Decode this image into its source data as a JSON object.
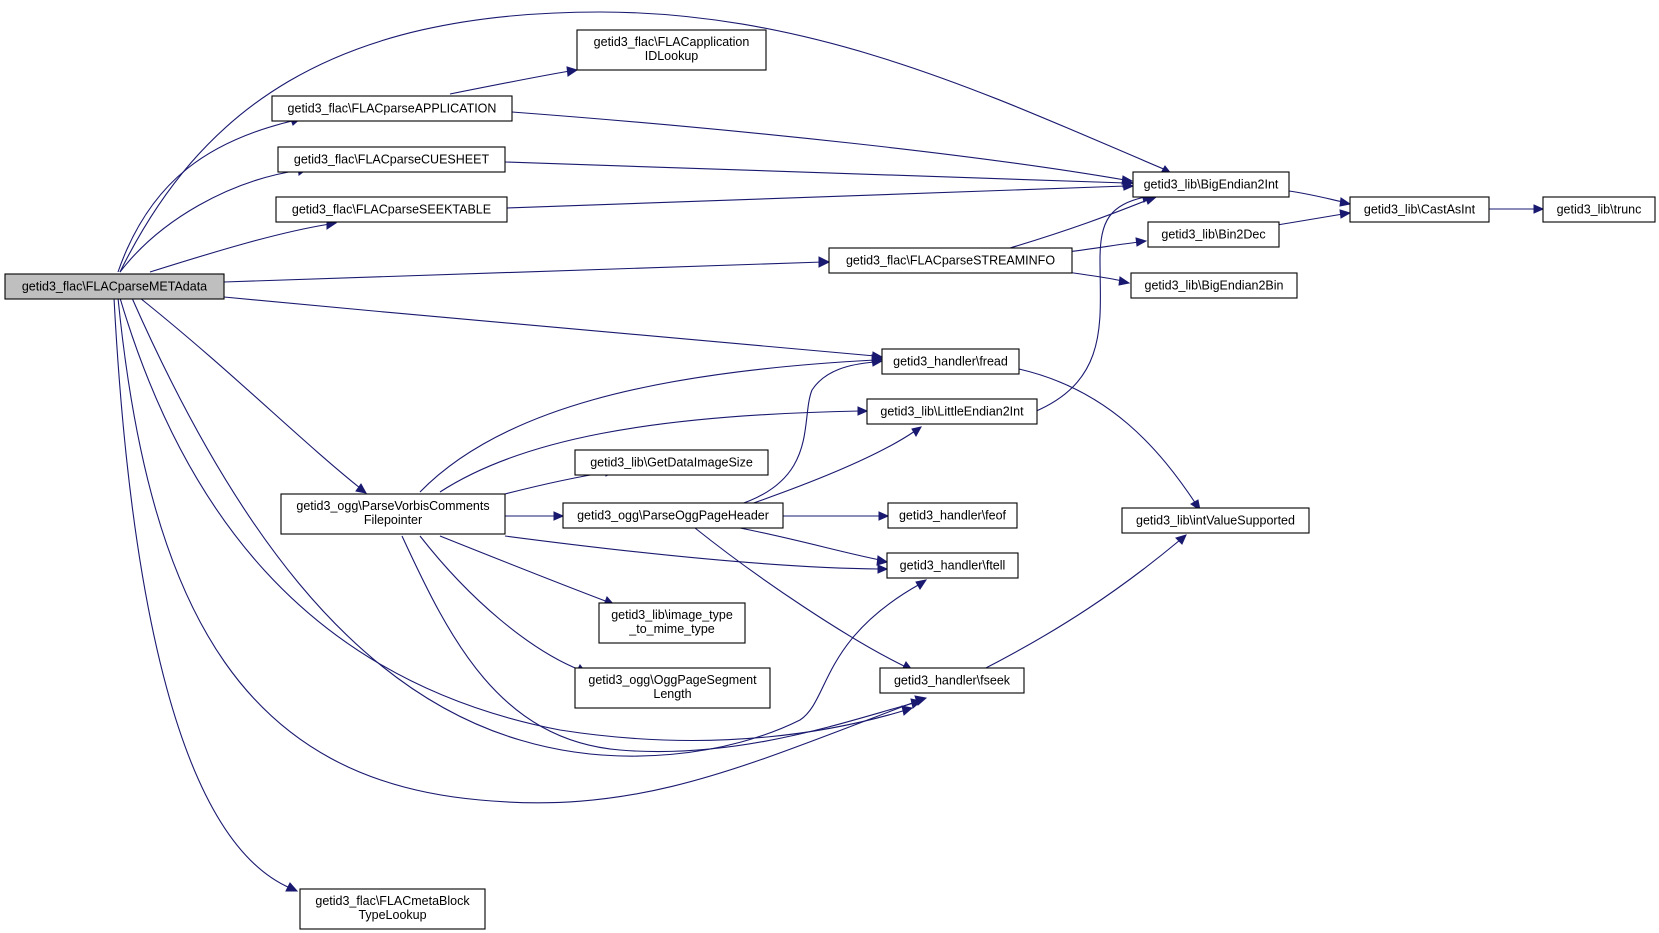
{
  "nodes": {
    "root": {
      "lines": [
        "getid3_flac\\FLACparseMETAdata"
      ]
    },
    "appid": {
      "lines": [
        "getid3_flac\\FLACapplication",
        "IDLookup"
      ]
    },
    "app": {
      "lines": [
        "getid3_flac\\FLACparseAPPLICATION"
      ]
    },
    "cue": {
      "lines": [
        "getid3_flac\\FLACparseCUESHEET"
      ]
    },
    "seek": {
      "lines": [
        "getid3_flac\\FLACparseSEEKTABLE"
      ]
    },
    "bigend": {
      "lines": [
        "getid3_lib\\BigEndian2Int"
      ]
    },
    "castint": {
      "lines": [
        "getid3_lib\\CastAsInt"
      ]
    },
    "trunc": {
      "lines": [
        "getid3_lib\\trunc"
      ]
    },
    "streaminfo": {
      "lines": [
        "getid3_flac\\FLACparseSTREAMINFO"
      ]
    },
    "bin2dec": {
      "lines": [
        "getid3_lib\\Bin2Dec"
      ]
    },
    "bigend2bin": {
      "lines": [
        "getid3_lib\\BigEndian2Bin"
      ]
    },
    "fread": {
      "lines": [
        "getid3_handler\\fread"
      ]
    },
    "littleend": {
      "lines": [
        "getid3_lib\\LittleEndian2Int"
      ]
    },
    "getdataimg": {
      "lines": [
        "getid3_lib\\GetDataImageSize"
      ]
    },
    "vorbis": {
      "lines": [
        "getid3_ogg\\ParseVorbisComments",
        "Filepointer"
      ]
    },
    "ogghdr": {
      "lines": [
        "getid3_ogg\\ParseOggPageHeader"
      ]
    },
    "feof": {
      "lines": [
        "getid3_handler\\feof"
      ]
    },
    "intval": {
      "lines": [
        "getid3_lib\\intValueSupported"
      ]
    },
    "ftell": {
      "lines": [
        "getid3_handler\\ftell"
      ]
    },
    "imgmime": {
      "lines": [
        "getid3_lib\\image_type",
        "_to_mime_type"
      ]
    },
    "oggseg": {
      "lines": [
        "getid3_ogg\\OggPageSegment",
        "Length"
      ]
    },
    "fseek": {
      "lines": [
        "getid3_handler\\fseek"
      ]
    },
    "metablock": {
      "lines": [
        "getid3_flac\\FLACmetaBlock",
        "TypeLookup"
      ]
    }
  },
  "colors": {
    "edge": "#191970",
    "root_fill": "#bfbfbf",
    "node_fill": "#ffffff",
    "node_border": "#000000"
  }
}
